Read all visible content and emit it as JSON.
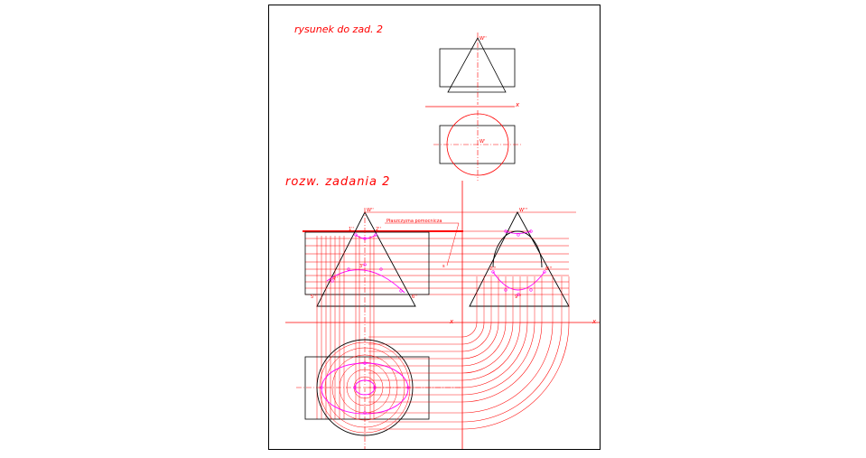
{
  "drawing": {
    "heading_task": "rysunek do zad. 2",
    "heading_solution": "rozw. zadania 2"
  },
  "labels": {
    "task_apex_front": "W''",
    "task_apex_top": "W'",
    "task_axis": "x",
    "sol_apex_front": "W''",
    "sol_apex_side": "W'''",
    "sol_axis_1": "x",
    "sol_axis_2": "x",
    "sol_note": "Płaszczyzna pomocnicza",
    "sol_s": "s",
    "pt_1a": "1''",
    "pt_1b": "2''",
    "pt_1c": "3''",
    "pt_2a": "5''",
    "pt_2b": "6''",
    "pt_2c": "4''",
    "pt_3a": "7'''",
    "pt_3b": "8'''",
    "pt_3c": "9'''"
  },
  "colors": {
    "construction": "#ff0000",
    "outline": "#000000",
    "points": "#ff00ff",
    "background": "#ffffff"
  }
}
